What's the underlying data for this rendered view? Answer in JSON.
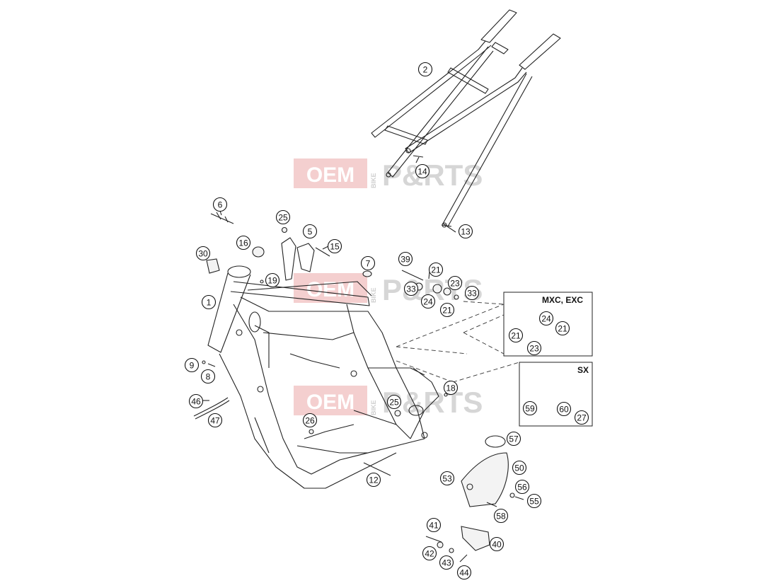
{
  "watermark": {
    "left": "OEM",
    "vertical": "BIKE",
    "right": "P&RTS"
  },
  "boxes": [
    {
      "id": "mxc",
      "label": "MXC, EXC"
    },
    {
      "id": "sx",
      "label": "SX"
    }
  ],
  "callouts": [
    {
      "id": "c2",
      "label": "2"
    },
    {
      "id": "c14",
      "label": "14"
    },
    {
      "id": "c13",
      "label": "13"
    },
    {
      "id": "c6",
      "label": "6"
    },
    {
      "id": "c25a",
      "label": "25"
    },
    {
      "id": "c5",
      "label": "5"
    },
    {
      "id": "c16",
      "label": "16"
    },
    {
      "id": "c15",
      "label": "15"
    },
    {
      "id": "c30",
      "label": "30"
    },
    {
      "id": "c19",
      "label": "19"
    },
    {
      "id": "c7",
      "label": "7"
    },
    {
      "id": "c39",
      "label": "39"
    },
    {
      "id": "c21a",
      "label": "21"
    },
    {
      "id": "c33a",
      "label": "33"
    },
    {
      "id": "c23a",
      "label": "23"
    },
    {
      "id": "c33b",
      "label": "33"
    },
    {
      "id": "c24a",
      "label": "24"
    },
    {
      "id": "c21b",
      "label": "21"
    },
    {
      "id": "c1",
      "label": "1"
    },
    {
      "id": "c24b",
      "label": "24"
    },
    {
      "id": "c21c",
      "label": "21"
    },
    {
      "id": "c21d",
      "label": "21"
    },
    {
      "id": "c23b",
      "label": "23"
    },
    {
      "id": "c9",
      "label": "9"
    },
    {
      "id": "c8",
      "label": "8"
    },
    {
      "id": "c18",
      "label": "18"
    },
    {
      "id": "c46",
      "label": "46"
    },
    {
      "id": "c25b",
      "label": "25"
    },
    {
      "id": "c47",
      "label": "47"
    },
    {
      "id": "c26",
      "label": "26"
    },
    {
      "id": "c59",
      "label": "59"
    },
    {
      "id": "c60",
      "label": "60"
    },
    {
      "id": "c27",
      "label": "27"
    },
    {
      "id": "c57",
      "label": "57"
    },
    {
      "id": "c12",
      "label": "12"
    },
    {
      "id": "c53",
      "label": "53"
    },
    {
      "id": "c50",
      "label": "50"
    },
    {
      "id": "c56",
      "label": "56"
    },
    {
      "id": "c55",
      "label": "55"
    },
    {
      "id": "c58",
      "label": "58"
    },
    {
      "id": "c41",
      "label": "41"
    },
    {
      "id": "c40",
      "label": "40"
    },
    {
      "id": "c42",
      "label": "42"
    },
    {
      "id": "c43",
      "label": "43"
    },
    {
      "id": "c44",
      "label": "44"
    }
  ]
}
